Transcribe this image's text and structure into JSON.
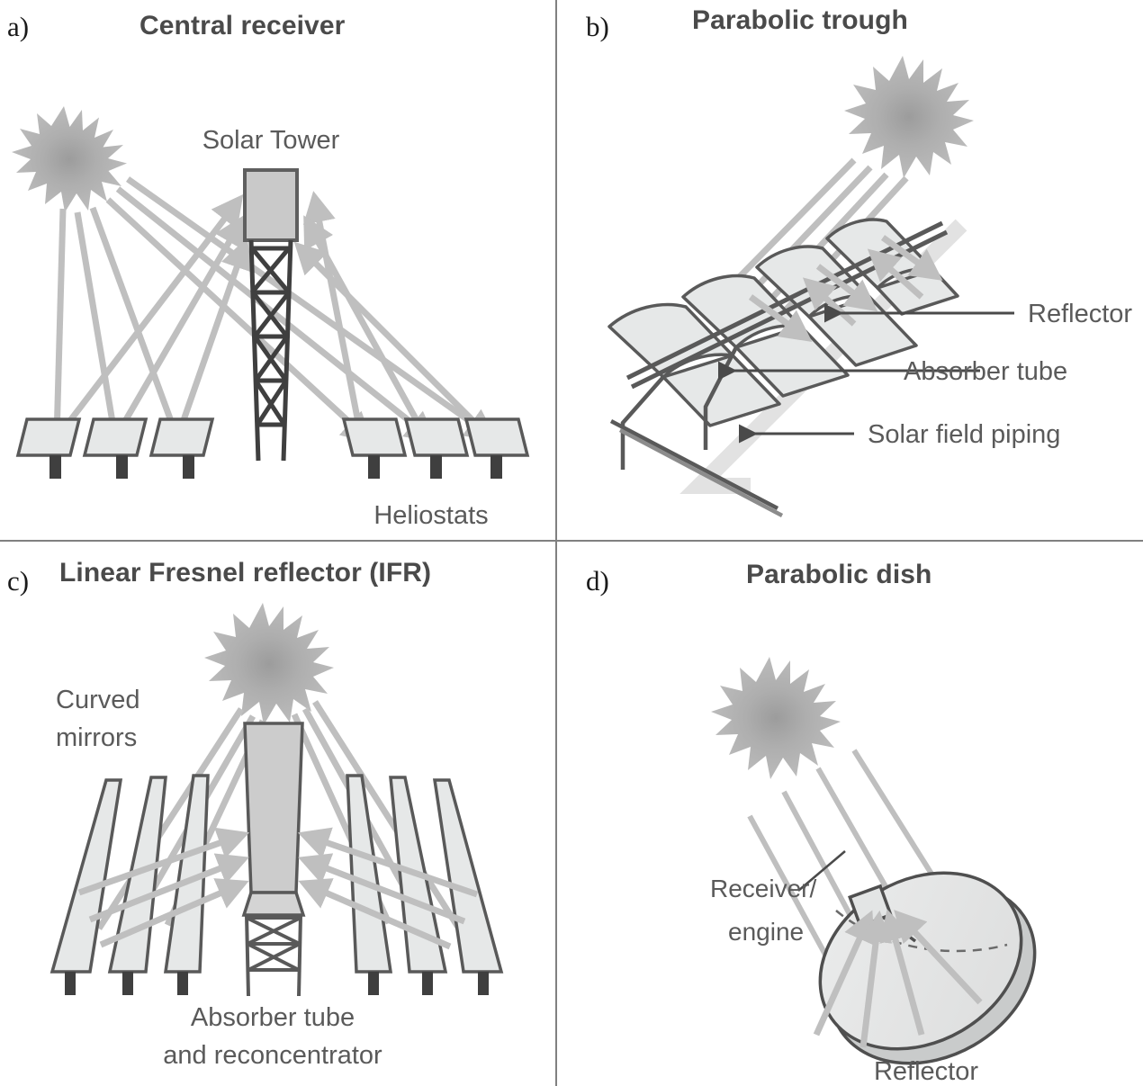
{
  "figure": {
    "caption_style": "four-panel CSP technology diagram",
    "colors": {
      "ray": "#bfbfbf",
      "sun": "#b4b4b4",
      "sun_core": "#a0a0a0",
      "mirror_fill": "#e6e8e8",
      "mirror_stroke": "#595959",
      "receiver_fill": "#c9c9c9",
      "structure_dark": "#4a4a4a",
      "post": "#3f3f3f",
      "title": "#4a4a4a",
      "label": "#5a5a5a",
      "divider": "#808080",
      "background": "#ffffff"
    }
  },
  "panels": {
    "a": {
      "letter": "a)",
      "title": "Central receiver",
      "labels": {
        "tower": "Solar Tower",
        "heliostats": "Heliostats"
      },
      "icons": [
        "sun-icon",
        "solar-tower-icon",
        "heliostat-icon",
        "ray-arrow-icon"
      ],
      "heliostat_count": 6
    },
    "b": {
      "letter": "b)",
      "title": "Parabolic trough",
      "labels": {
        "reflector": "Reflector",
        "absorber_tube": "Absorber tube",
        "solar_field_piping": "Solar field piping"
      },
      "icons": [
        "sun-icon",
        "parabolic-trough-icon",
        "absorber-tube-icon",
        "piping-icon",
        "leader-arrow-icon"
      ]
    },
    "c": {
      "letter": "c)",
      "title": "Linear Fresnel reflector (IFR)",
      "labels": {
        "curved_mirrors_line1": "Curved",
        "curved_mirrors_line2": "mirrors",
        "absorber_line1": "Absorber tube",
        "absorber_line2": "and reconcentrator"
      },
      "icons": [
        "sun-icon",
        "fresnel-mirror-icon",
        "absorber-tower-icon",
        "ray-arrow-icon"
      ],
      "mirror_count": 6
    },
    "d": {
      "letter": "d)",
      "title": "Parabolic dish",
      "labels": {
        "receiver_line1": "Receiver/",
        "receiver_line2": "engine",
        "reflector": "Reflector"
      },
      "icons": [
        "sun-icon",
        "parabolic-dish-icon",
        "receiver-engine-icon",
        "ray-arrow-icon"
      ]
    }
  }
}
